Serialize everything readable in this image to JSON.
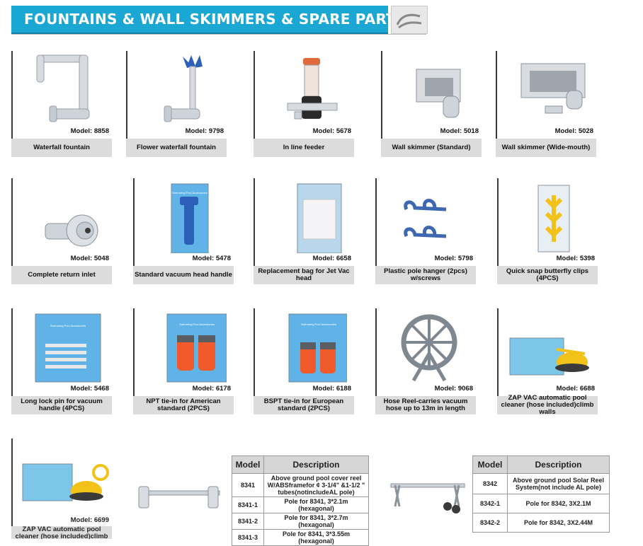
{
  "header": {
    "title": "FOUNTAINS & WALL SKIMMERS & SPARE PARTS."
  },
  "products": [
    {
      "model": "Model:  8858",
      "label": "Waterfall fountain"
    },
    {
      "model": "Model:  9798",
      "label": "Flower waterfall fountain"
    },
    {
      "model": "Model:  5678",
      "label": "In line feeder"
    },
    {
      "model": "Model:  5018",
      "label": "Wall skimmer (Standard)"
    },
    {
      "model": "Model:  5028",
      "label": "Wall skimmer (Wide-mouth)"
    },
    {
      "model": "Model:  5048",
      "label": "Complete return inlet"
    },
    {
      "model": "Model:  5478",
      "label": "Standard vacuum head handle"
    },
    {
      "model": "Model:  6658",
      "label": "Replacement bag for Jet Vac head"
    },
    {
      "model": "Model:  5798",
      "label": "Plastic pole  hanger (2pcs) w/screws"
    },
    {
      "model": "Model:  5398",
      "label": "Quick snap butterfly clips (4PCS)"
    },
    {
      "model": "Model:  5468",
      "label": "Long lock pin for vacuum handle (4PCS)"
    },
    {
      "model": "Model:  6178",
      "label": "NPT tie-in for American standard (2PCS)"
    },
    {
      "model": "Model:  6188",
      "label": "BSPT tie-in for European standard (2PCS)"
    },
    {
      "model": "Model:  9068",
      "label": "Hose Reel-carries vacuum hose up to 13m in length"
    },
    {
      "model": "Model:  6688",
      "label": "ZAP VAC automatic pool cleaner (hose included)climb walls"
    }
  ],
  "bottom_product": {
    "model": "Model:  6699",
    "label": "ZAP VAC automatic pool cleaner (hose included)climb walls"
  },
  "package_text": {
    "p5478": "Swimming Pool Accessories",
    "p5468": "Swimming Pool Accessories",
    "p6178": "Swimming Pool Accessories",
    "p6188": "Swimming Pool Accessories"
  },
  "table1": {
    "headers": [
      "Model",
      "Description"
    ],
    "rows": [
      [
        "8341",
        "Above ground pool cover reel W/ABSframefor ¢ 3-1/4\" &1-1/2 \" tubes(notincludeAL pole)"
      ],
      [
        "8341-1",
        "Pole for 8341, 3*2.1m (hexagonal)"
      ],
      [
        "8341-2",
        "Pole for 8341, 3*2.7m (hexagonal)"
      ],
      [
        "8341-3",
        "Pole for 8341, 3*3.55m (hexagonal)"
      ]
    ]
  },
  "table2": {
    "headers": [
      "Model",
      "Description"
    ],
    "rows": [
      [
        "8342",
        "Above ground pool Solar Reel System(not include AL pole)"
      ],
      [
        "8342-1",
        "Pole for 8342, 3X2.1M"
      ],
      [
        "8342-2",
        "Pole for 8342, 3X2.44M"
      ]
    ]
  },
  "colors": {
    "banner": "#1aa7d3",
    "label_bg": "#dcdcdc",
    "table_header": "#d6d6d6",
    "pvc": "#d7dbe0",
    "blue": "#2b5fb8",
    "orange": "#f05a2a"
  }
}
